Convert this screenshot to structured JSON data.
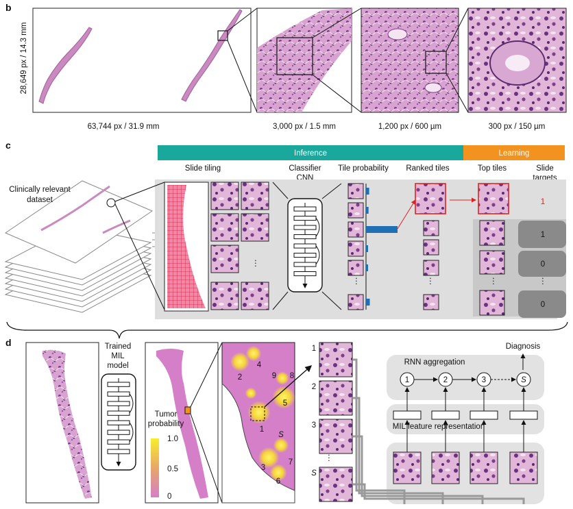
{
  "colors": {
    "tissue": "#c98ac0",
    "tissue_dark": "#a45a9c",
    "inference_bar": "#1aa89c",
    "learning_bar": "#f2921f",
    "prob_bar": "#1f6fb4",
    "highlight": "#e02020",
    "heatmap_bg": "#d47fc8",
    "tumor_hot": "#f5e030",
    "panel_bg": "#dedede"
  },
  "panel_b": {
    "label": "b",
    "height_label": "28,649 px / 14.3 mm",
    "scales": [
      "63,744 px / 31.9 mm",
      "3,000 px / 1.5 mm",
      "1,200 px / 600 µm",
      "300 px / 150 µm"
    ]
  },
  "panel_c": {
    "label": "c",
    "inference": "Inference",
    "learning": "Learning",
    "dataset": [
      "Clinically relevant",
      "dataset"
    ],
    "col_slide_tiling": "Slide tiling",
    "col_classifier": [
      "Classifier",
      "CNN"
    ],
    "col_tile_prob": "Tile probability",
    "col_ranked": "Ranked tiles",
    "col_top": "Top tiles",
    "col_targets": [
      "Slide",
      "targets"
    ],
    "targets": [
      "1",
      "1",
      "0",
      "0"
    ],
    "ellipsis": "⋮",
    "hellipsis": "…"
  },
  "panel_d": {
    "label": "d",
    "mil_model": [
      "Trained",
      "MIL",
      "model"
    ],
    "tumor_prob": [
      "Tumor",
      "probability"
    ],
    "colorbar_ticks": [
      "1.0",
      "0.5",
      "0"
    ],
    "heat_labels": [
      "1",
      "2",
      "3",
      "4",
      "5",
      "6",
      "7",
      "8",
      "9",
      "S"
    ],
    "tile_ranks": [
      "1",
      "2",
      "3",
      "S"
    ],
    "diagnosis": "Diagnosis",
    "rnn": "RNN aggregation",
    "mil_feature": "MIL feature representation",
    "nodes": [
      "1",
      "2",
      "3",
      "S"
    ]
  }
}
